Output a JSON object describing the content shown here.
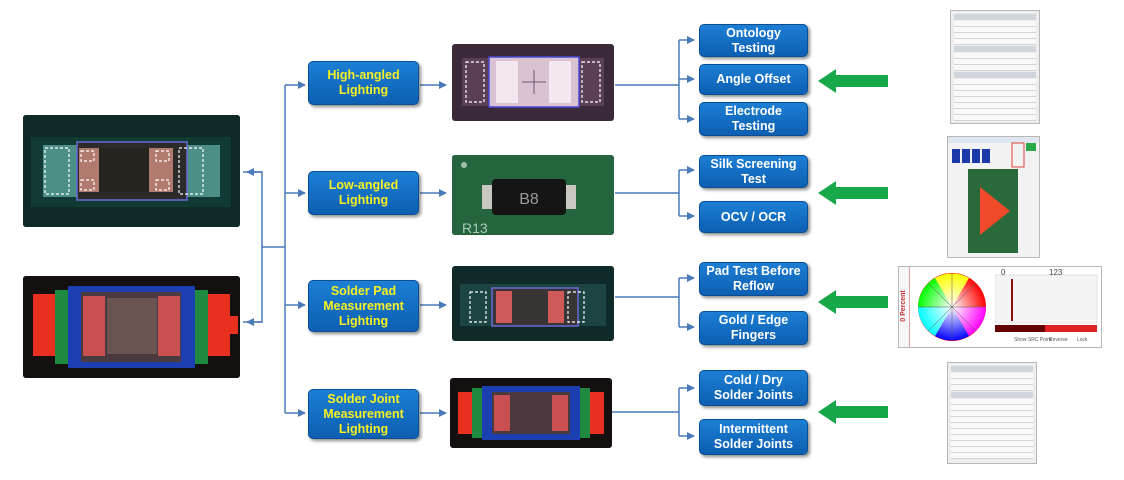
{
  "lighting": [
    {
      "label": "High-angled\nLighting"
    },
    {
      "label": "Low-angled\nLighting"
    },
    {
      "label": "Solder Pad\nMeasurement\nLighting"
    },
    {
      "label": "Solder Joint\nMeasurement\nLighting"
    }
  ],
  "tests": [
    {
      "label": "Ontology\nTesting"
    },
    {
      "label": "Angle Offset"
    },
    {
      "label": "Electrode\nTesting"
    },
    {
      "label": "Silk Screening\nTest"
    },
    {
      "label": "OCV / OCR"
    },
    {
      "label": "Pad Test Before\nReflow"
    },
    {
      "label": "Gold / Edge\nFingers"
    },
    {
      "label": "Cold / Dry\nSolder Joints"
    },
    {
      "label": "Intermittent\nSolder Joints"
    }
  ],
  "low_angle_photo": {
    "text": "B8"
  },
  "color_panel": {
    "side_label": "0 Percent",
    "min_value": "0",
    "max_value": "123",
    "checks": [
      "Show SRC Point",
      "Reverse",
      "Lock"
    ]
  },
  "colors": {
    "box_top": "#1c7fd4",
    "box_bottom": "#0d5fb2",
    "lighting_text": "#f7f022",
    "connector": "#4a7ab8",
    "arrow": "#17a84a"
  }
}
